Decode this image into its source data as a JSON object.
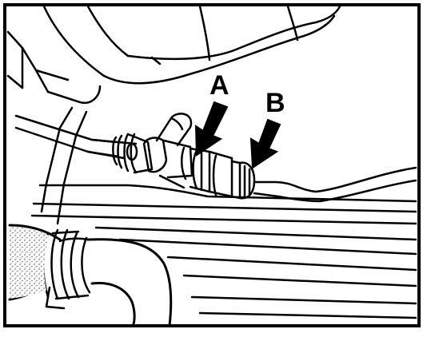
{
  "callouts": [
    {
      "id": "A",
      "label": "A"
    },
    {
      "id": "B",
      "label": "B"
    }
  ],
  "colors": {
    "ink": "#000000",
    "paper": "#ffffff",
    "stipple": "#555555"
  }
}
